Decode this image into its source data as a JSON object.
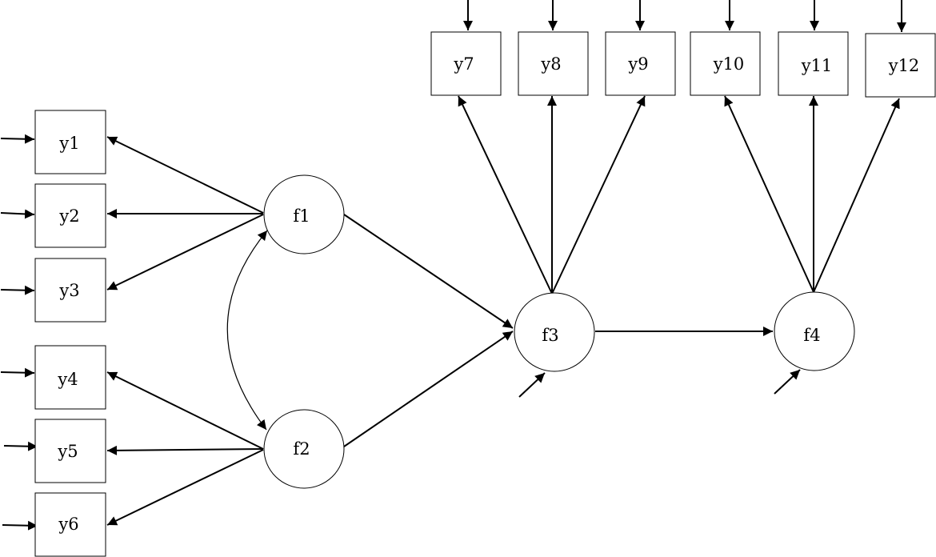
{
  "diagram": {
    "observed": {
      "y1": "y1",
      "y2": "y2",
      "y3": "y3",
      "y4": "y4",
      "y5": "y5",
      "y6": "y6",
      "y7": "y7",
      "y8": "y8",
      "y9": "y9",
      "y10": "y10",
      "y11": "y11",
      "y12": "y12"
    },
    "latent": {
      "f1": "f1",
      "f2": "f2",
      "f3": "f3",
      "f4": "f4"
    },
    "loadings": [
      {
        "from": "f1",
        "to": "y1"
      },
      {
        "from": "f1",
        "to": "y2"
      },
      {
        "from": "f1",
        "to": "y3"
      },
      {
        "from": "f2",
        "to": "y4"
      },
      {
        "from": "f2",
        "to": "y5"
      },
      {
        "from": "f2",
        "to": "y6"
      },
      {
        "from": "f3",
        "to": "y7"
      },
      {
        "from": "f3",
        "to": "y8"
      },
      {
        "from": "f3",
        "to": "y9"
      },
      {
        "from": "f4",
        "to": "y10"
      },
      {
        "from": "f4",
        "to": "y11"
      },
      {
        "from": "f4",
        "to": "y12"
      }
    ],
    "regressions": [
      {
        "from": "f1",
        "to": "f3"
      },
      {
        "from": "f2",
        "to": "f3"
      },
      {
        "from": "f3",
        "to": "f4"
      }
    ],
    "covariances": [
      {
        "between": [
          "f1",
          "f2"
        ]
      }
    ],
    "residuals": [
      "y1",
      "y2",
      "y3",
      "y4",
      "y5",
      "y6",
      "y7",
      "y8",
      "y9",
      "y10",
      "y11",
      "y12",
      "f3",
      "f4"
    ]
  }
}
